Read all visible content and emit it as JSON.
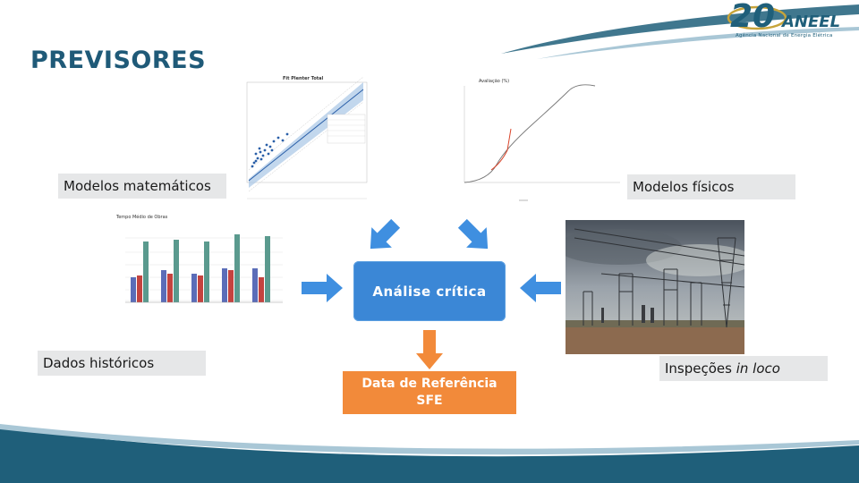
{
  "title": "PREVISORES",
  "labels": {
    "modelos_matematicos": "Modelos matemáticos",
    "modelos_fisicos": "Modelos físicos",
    "dados_historicos": "Dados históricos",
    "inspecoes_prefix": "Inspeções ",
    "inspecoes_italic": "in loco"
  },
  "central": {
    "analise": "Análise crítica",
    "data_line1": "Data de Referência",
    "data_line2": "SFE"
  },
  "logo": {
    "number": "20",
    "name": "ANEEL",
    "subtitle": "Agência Nacional de Energia Elétrica"
  },
  "colors": {
    "title": "#1f5a78",
    "arrow_blue": "#3f8fe0",
    "analise_box": "#3b87d6",
    "data_box": "#f28a3a",
    "arrow_orange": "#f28a3a",
    "label_bg": "#e6e7e8",
    "swoosh": "#1f5f7a"
  },
  "arrows": [
    "arrow-right-icon",
    "arrow-down-right-icon",
    "arrow-down-left-icon",
    "arrow-left-icon",
    "arrow-down-icon"
  ],
  "scatter_chart": {
    "title": "Fit Plenter Total"
  },
  "curve_chart": {
    "title": "Avaliação (%)"
  },
  "bar_chart": {
    "title": "Tempo Médio de Obras"
  }
}
